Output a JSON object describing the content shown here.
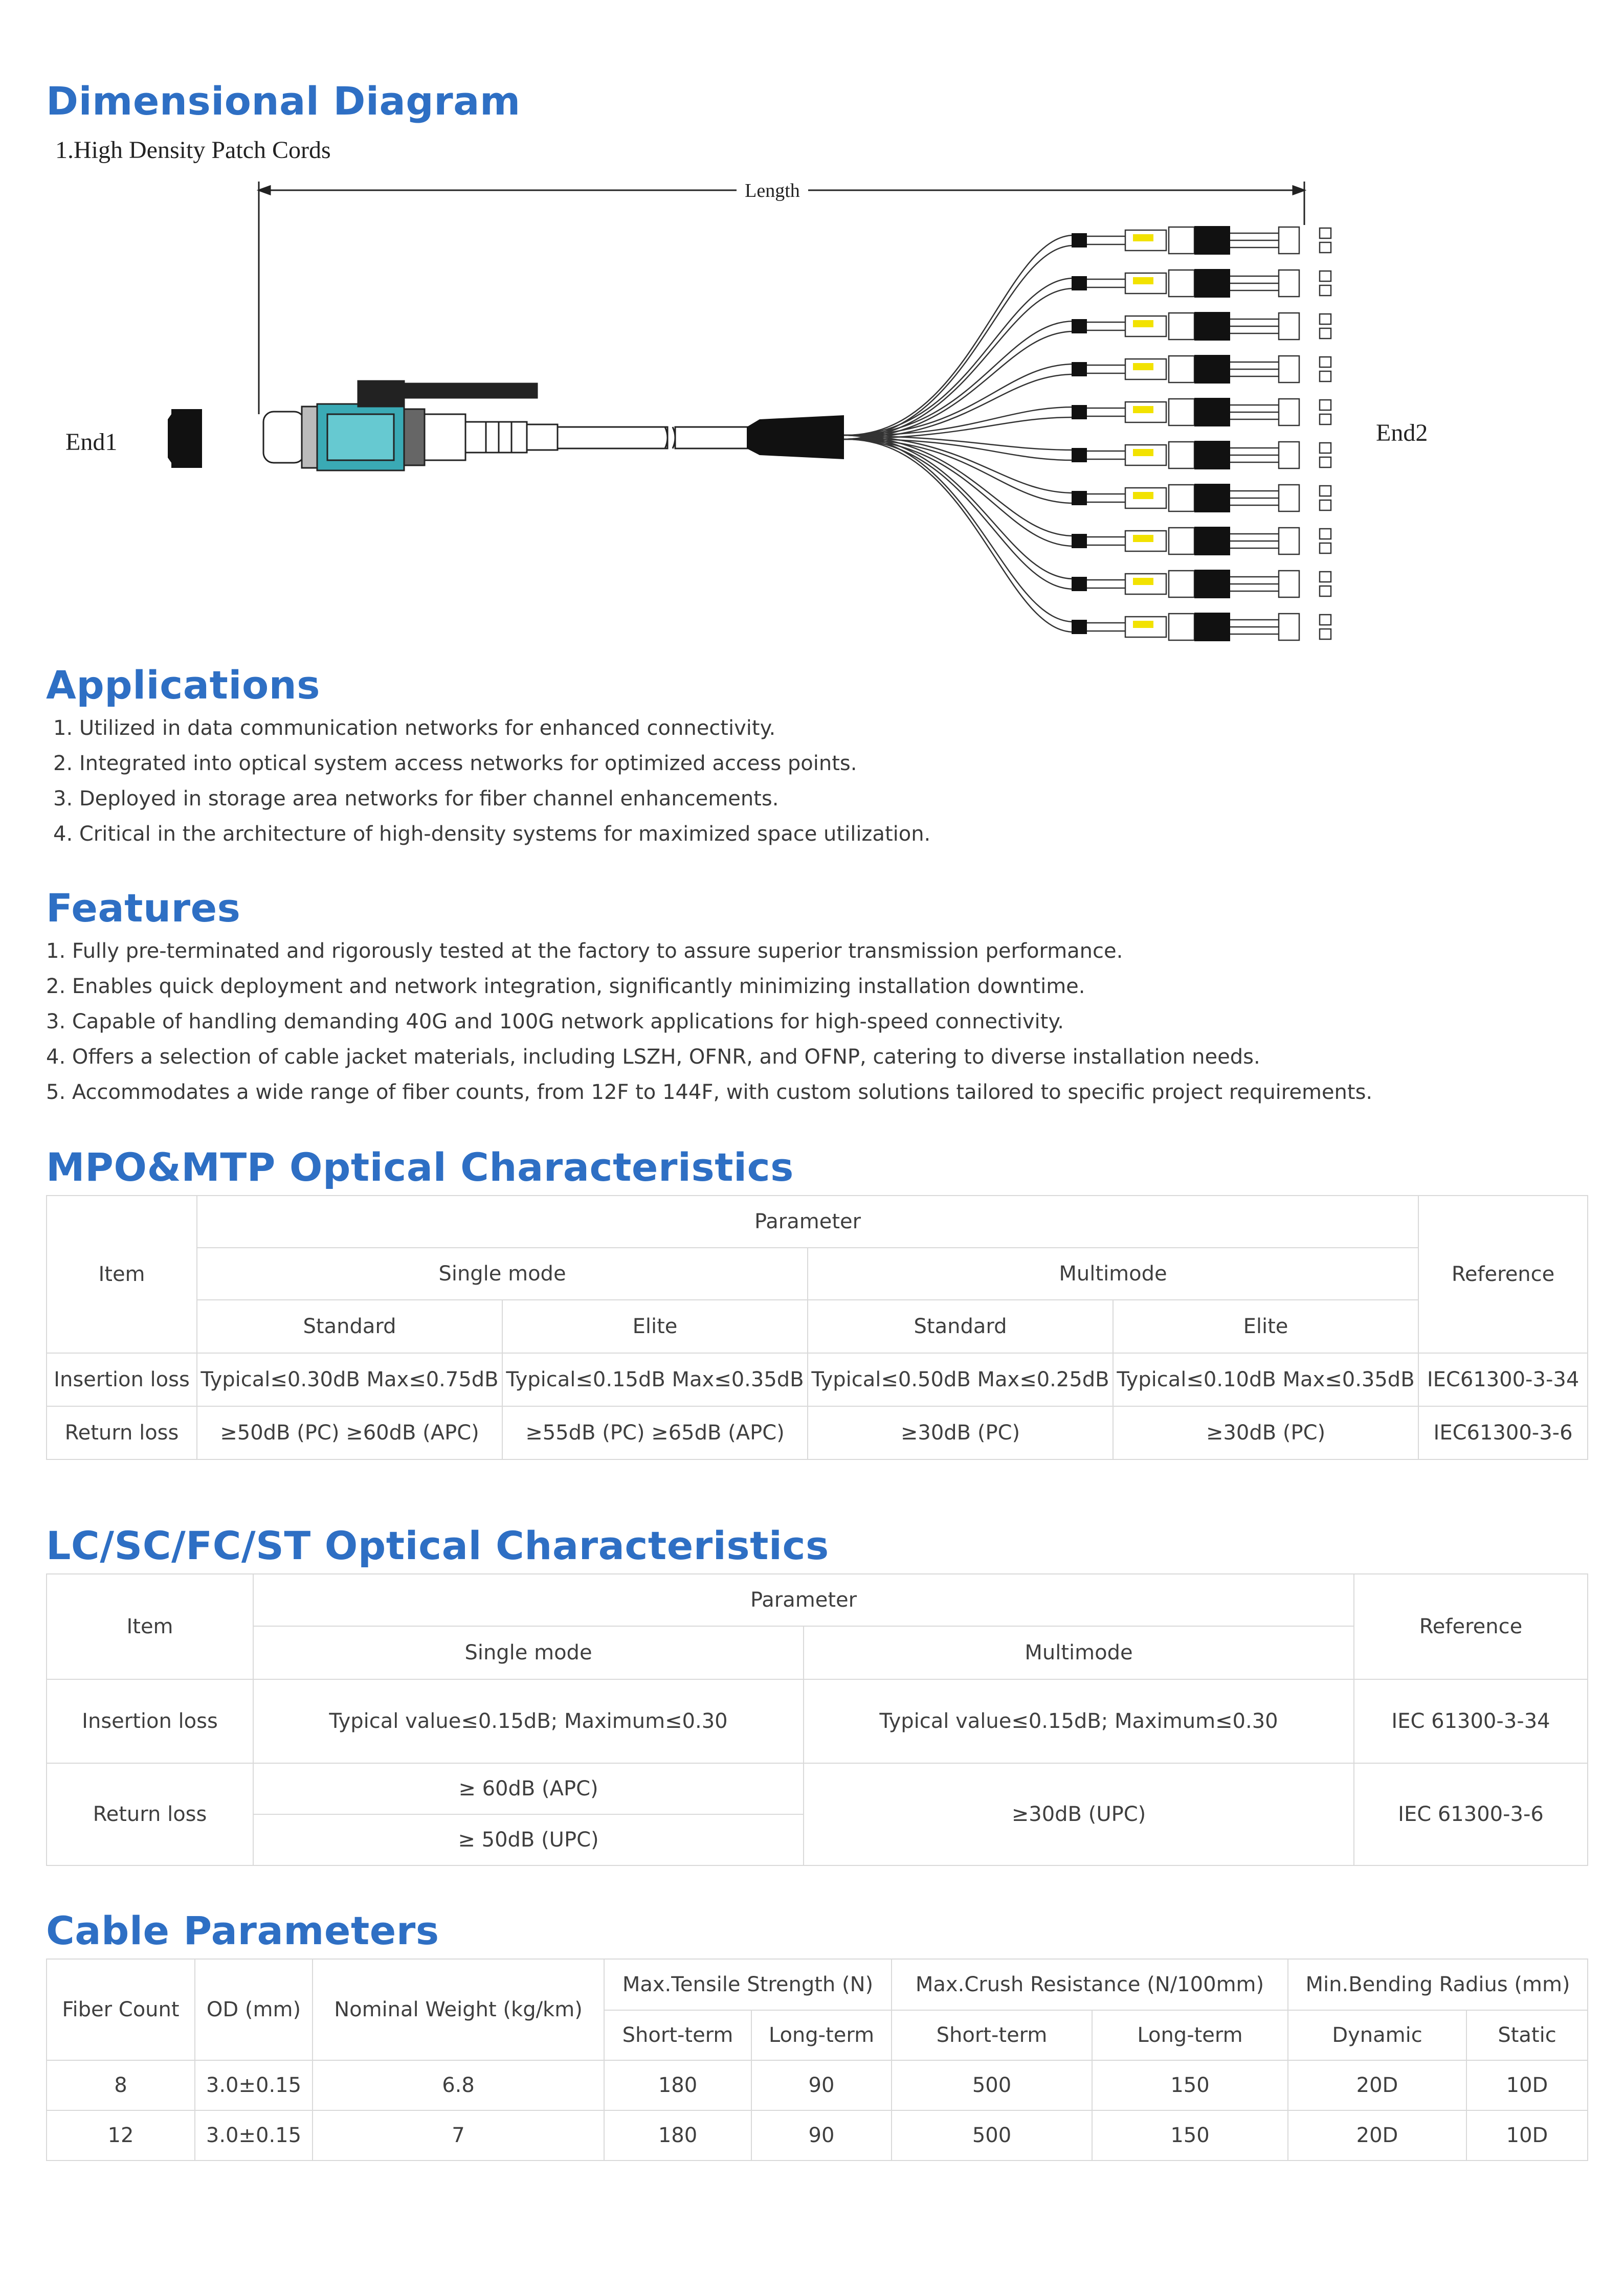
{
  "dimensional": {
    "title": "Dimensional Diagram",
    "subtitle": "1.High Density Patch Cords",
    "length_label": "Length",
    "end1_label": "End1",
    "end2_label": "End2"
  },
  "applications": {
    "title": "Applications",
    "items": [
      "1. Utilized in data communication networks for enhanced connectivity.",
      "2. Integrated into optical system access networks for optimized access points.",
      "3. Deployed in storage area networks for fiber channel enhancements.",
      "4. Critical in the architecture of high-density systems for maximized space utilization."
    ]
  },
  "features": {
    "title": "Features",
    "items": [
      "1. Fully pre-terminated and rigorously tested at the factory to assure superior transmission performance.",
      "2. Enables quick deployment and network integration, significantly minimizing installation downtime.",
      "3. Capable of handling demanding 40G and 100G network applications for high-speed connectivity.",
      "4. Offers a selection of cable jacket materials, including LSZH, OFNR, and OFNP, catering to diverse installation needs.",
      "5. Accommodates a wide range of fiber counts, from 12F to 144F, with custom solutions tailored to specific project requirements."
    ]
  },
  "mpo": {
    "title": "MPO&MTP Optical Characteristics",
    "item": "Item",
    "parameter": "Parameter",
    "single_mode": "Single mode",
    "multimode": "Multimode",
    "reference": "Reference",
    "standard": "Standard",
    "elite": "Elite",
    "rows": [
      {
        "item": "Insertion loss",
        "c1": "Typical≤0.30dB Max≤0.75dB",
        "c2": "Typical≤0.15dB Max≤0.35dB",
        "c3": "Typical≤0.50dB Max≤0.25dB",
        "c4": "Typical≤0.10dB Max≤0.35dB",
        "ref": "IEC61300-3-34"
      },
      {
        "item": "Return loss",
        "c1": "≥50dB (PC) ≥60dB (APC)",
        "c2": "≥55dB (PC) ≥65dB (APC)",
        "c3": "≥30dB (PC)",
        "c4": "≥30dB (PC)",
        "ref": "IEC61300-3-6"
      }
    ]
  },
  "lc": {
    "title": "LC/SC/FC/ST Optical Characteristics",
    "item": "Item",
    "parameter": "Parameter",
    "single_mode": "Single mode",
    "multimode": "Multimode",
    "reference": "Reference",
    "insertion_loss": "Insertion loss",
    "il_sm": "Typical value≤0.15dB; Maximum≤0.30",
    "il_mm": "Typical value≤0.15dB; Maximum≤0.30",
    "il_ref": "IEC 61300-3-34",
    "return_loss": "Return loss",
    "rl_sm_apc": "≥ 60dB (APC)",
    "rl_sm_upc": "≥ 50dB (UPC)",
    "rl_mm": "≥30dB (UPC)",
    "rl_ref": "IEC 61300-3-6"
  },
  "cable": {
    "title": "Cable Parameters",
    "fiber_count": "Fiber Count",
    "od": "OD (mm)",
    "weight": "Nominal Weight (kg/km)",
    "tensile": "Max.Tensile Strength (N)",
    "crush": "Max.Crush Resistance (N/100mm)",
    "bending": "Min.Bending Radius (mm)",
    "short_term": "Short-term",
    "long_term": "Long-term",
    "dynamic": "Dynamic",
    "static": "Static",
    "rows": [
      {
        "fiber": "8",
        "od": "3.0±0.15",
        "weight": "6.8",
        "ts": "180",
        "tl": "90",
        "cs": "500",
        "cl": "150",
        "dyn": "20D",
        "sta": "10D"
      },
      {
        "fiber": "12",
        "od": "3.0±0.15",
        "weight": "7",
        "ts": "180",
        "tl": "90",
        "cs": "500",
        "cl": "150",
        "dyn": "20D",
        "sta": "10D"
      }
    ]
  },
  "colors": {
    "heading": "#2e6fc4",
    "border": "#d9d9d9",
    "teal": "#3aaab5",
    "yellow": "#f2e200"
  }
}
